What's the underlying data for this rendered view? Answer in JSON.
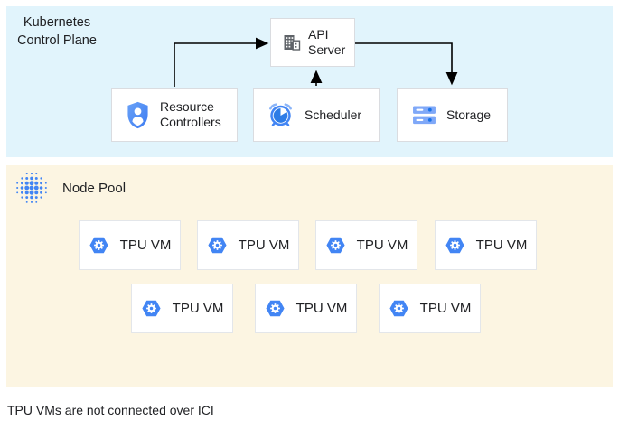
{
  "control_plane": {
    "label": "Kubernetes\nControl Plane",
    "boxes": {
      "api_server": "API Server",
      "resource_controllers": "Resource Controllers",
      "scheduler": "Scheduler",
      "storage": "Storage"
    },
    "connections": [
      {
        "from": "resource_controllers",
        "to": "api_server"
      },
      {
        "from": "scheduler",
        "to": "api_server"
      },
      {
        "from": "api_server",
        "to": "storage"
      }
    ]
  },
  "node_pool": {
    "label": "Node Pool",
    "tpu_vms": [
      "TPU VM",
      "TPU VM",
      "TPU VM",
      "TPU VM",
      "TPU VM",
      "TPU VM",
      "TPU VM"
    ]
  },
  "caption": "TPU VMs are not connected over ICI",
  "icons": {
    "api_server": "building-icon",
    "resource_controllers": "shield-user-icon",
    "scheduler": "alarm-clock-icon",
    "storage": "server-stack-icon",
    "node_pool": "dot-cluster-icon",
    "tpu_vm": "hexagon-gear-icon"
  },
  "colors": {
    "control_plane_bg": "#E1F4FC",
    "node_pool_bg": "#FCF5E2",
    "accent_blue": "#4285F4",
    "light_blue": "#7FA8F8",
    "dark_icon_gray": "#5F6368",
    "box_border": "#DADCE0",
    "arrow": "#000000"
  }
}
